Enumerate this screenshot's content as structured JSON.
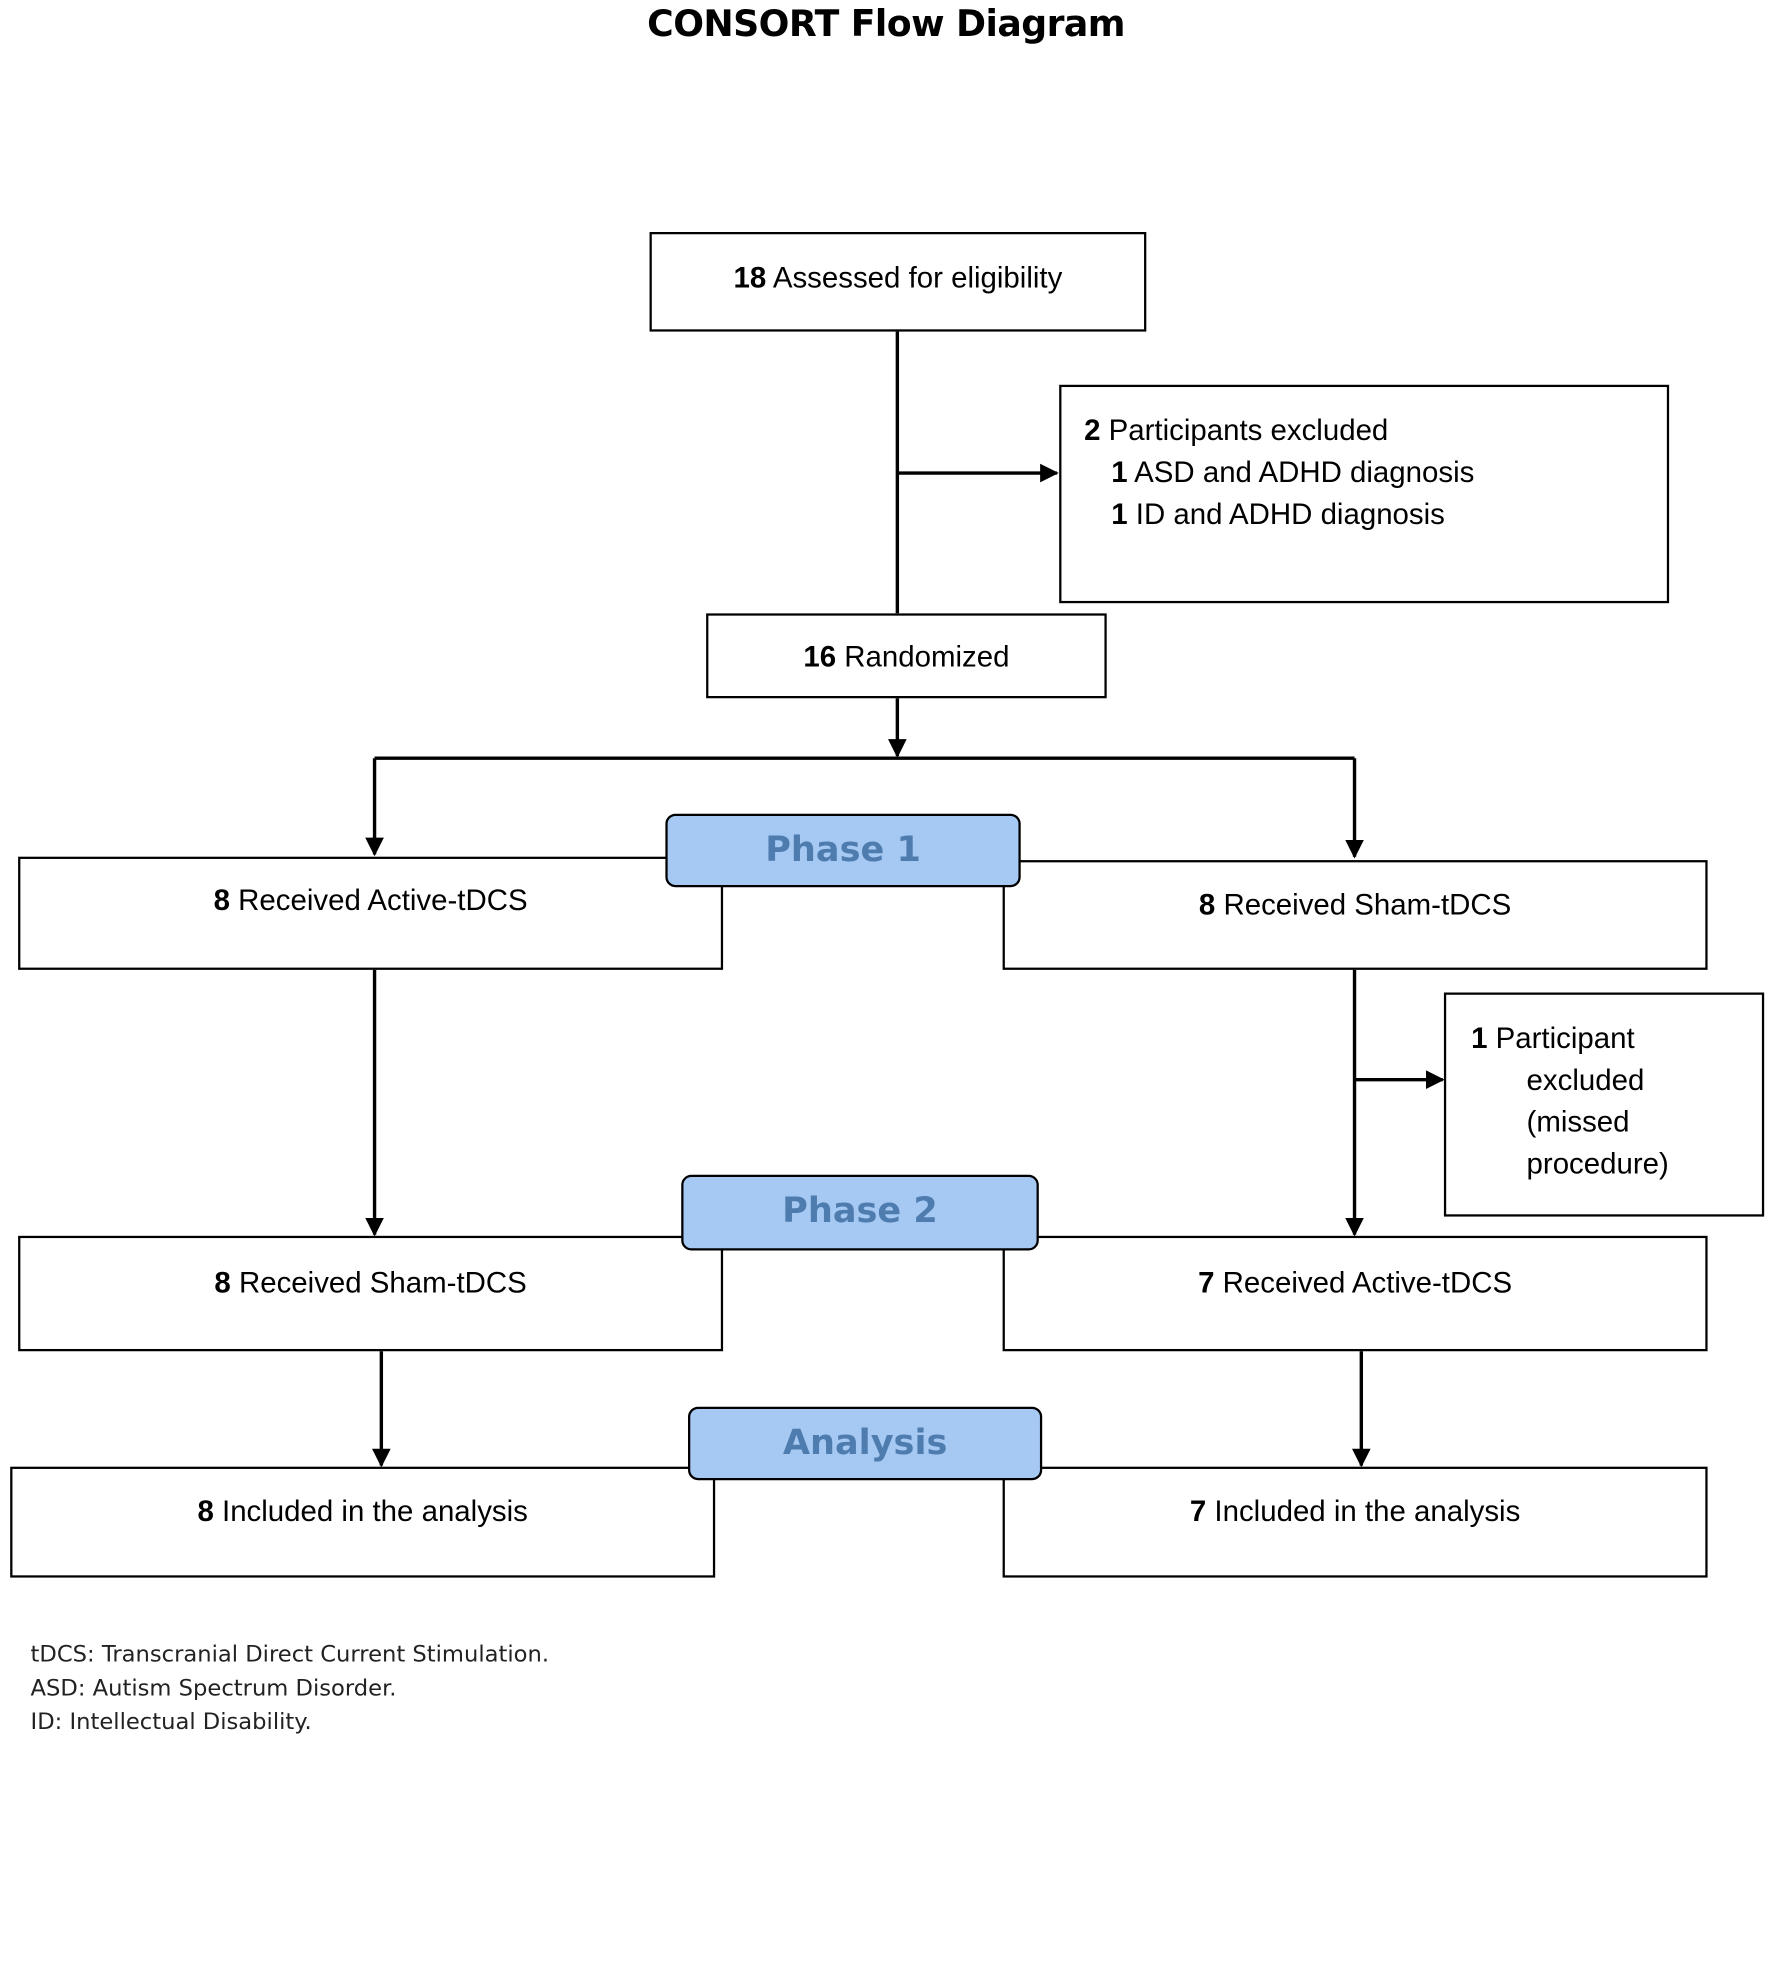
{
  "title": "CONSORT Flow Diagram",
  "colors": {
    "phase_fill": "#a6c9f3",
    "phase_text": "#4e7cae",
    "line": "#000000"
  },
  "eligibility": {
    "n": "18",
    "label": "Assessed for eligibility"
  },
  "excluded": {
    "n": "2",
    "label": "Participants excluded",
    "reasons": [
      {
        "n": "1",
        "label": "ASD and ADHD diagnosis"
      },
      {
        "n": "1",
        "label": "ID and ADHD diagnosis"
      }
    ]
  },
  "randomized": {
    "n": "16",
    "label": "Randomized"
  },
  "phase1": {
    "label": "Phase 1",
    "left": {
      "n": "8",
      "label": "Received Active-tDCS"
    },
    "right": {
      "n": "8",
      "label": "Received Sham-tDCS"
    }
  },
  "excluded2": {
    "n": "1",
    "lines": [
      "Participant",
      "excluded",
      "(missed",
      "procedure)"
    ]
  },
  "phase2": {
    "label": "Phase 2",
    "left": {
      "n": "8",
      "label": "Received Sham-tDCS"
    },
    "right": {
      "n": "7",
      "label": "Received Active-tDCS"
    }
  },
  "analysis": {
    "label": "Analysis",
    "left": {
      "n": "8",
      "label": "Included in the analysis"
    },
    "right": {
      "n": "7",
      "label": "Included in the analysis"
    }
  },
  "footnotes": [
    "tDCS: Transcranial Direct Current Stimulation.",
    "ASD: Autism Spectrum Disorder.",
    "ID: Intellectual Disability."
  ]
}
